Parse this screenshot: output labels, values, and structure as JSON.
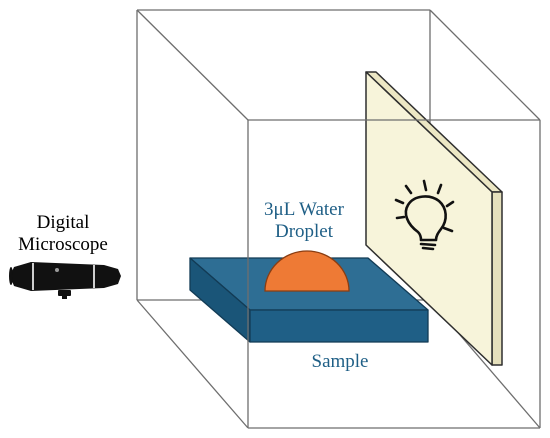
{
  "labels": {
    "microscope_line1": "Digital",
    "microscope_line2": "Microscope",
    "droplet_line1": "3μL Water",
    "droplet_line2": "Droplet",
    "sample": "Sample"
  },
  "colors": {
    "box_edge": "#6e6e6e",
    "sample_top": "#2e6e94",
    "sample_front": "#1f5f86",
    "sample_edge": "#123b55",
    "droplet": "#ee7a35",
    "droplet_edge": "#8a3d12",
    "light_panel": "#f7f4da",
    "light_panel_side": "#ece7c4",
    "light_panel_edge": "#2e2e2e",
    "microscope": "#111111",
    "label_blue": "#1f5f86"
  },
  "icons": {
    "microscope": "digital-microscope-icon",
    "light": "lightbulb-icon"
  }
}
